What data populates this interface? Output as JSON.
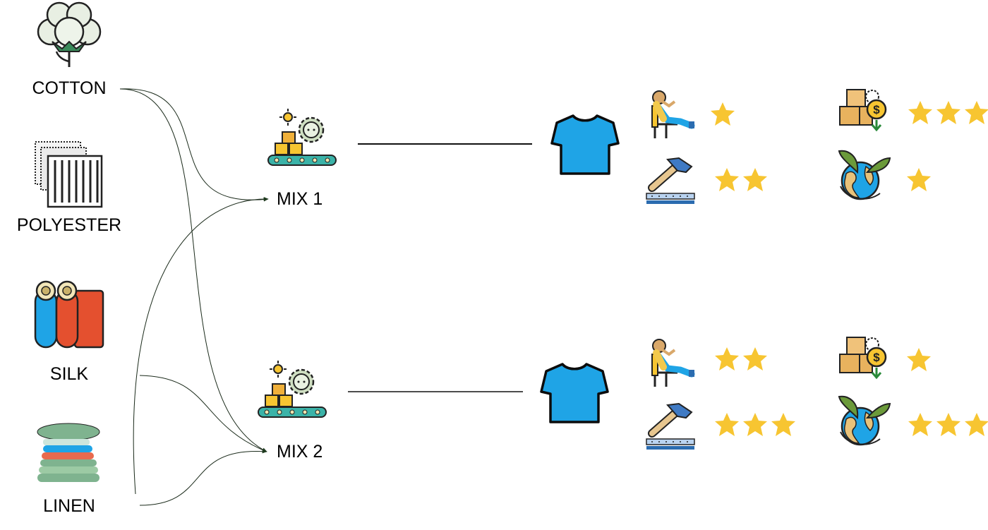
{
  "materials": [
    {
      "id": "cotton",
      "label": "COTTON",
      "icon": "cotton-flower-icon"
    },
    {
      "id": "polyester",
      "label": "POLYESTER",
      "icon": "polyester-fabric-icon"
    },
    {
      "id": "silk",
      "label": "SILK",
      "icon": "silk-rolls-icon"
    },
    {
      "id": "linen",
      "label": "LINEN",
      "icon": "linen-stack-icon"
    }
  ],
  "mixes": [
    {
      "id": "mix1",
      "label": "MIX 1",
      "icon": "factory-conveyor-icon",
      "inputs": [
        "cotton",
        "linen"
      ],
      "ratings": {
        "comfort": 1,
        "durability": 2,
        "cost": 3,
        "sustainability": 1
      }
    },
    {
      "id": "mix2",
      "label": "MIX 2",
      "icon": "factory-conveyor-icon",
      "inputs": [
        "cotton",
        "silk",
        "linen"
      ],
      "ratings": {
        "comfort": 2,
        "durability": 3,
        "cost": 1,
        "sustainability": 3
      }
    }
  ],
  "criteria": [
    {
      "id": "comfort",
      "icon": "relaxing-person-icon"
    },
    {
      "id": "durability",
      "icon": "hammer-icon"
    },
    {
      "id": "cost",
      "icon": "cost-boxes-icon"
    },
    {
      "id": "sustainability",
      "icon": "eco-globe-icon"
    }
  ],
  "product_icon": "tshirt-icon",
  "colors": {
    "star": "#f7c531",
    "tshirt": "#1fa4e6",
    "arrow": "#1a2a1a"
  }
}
